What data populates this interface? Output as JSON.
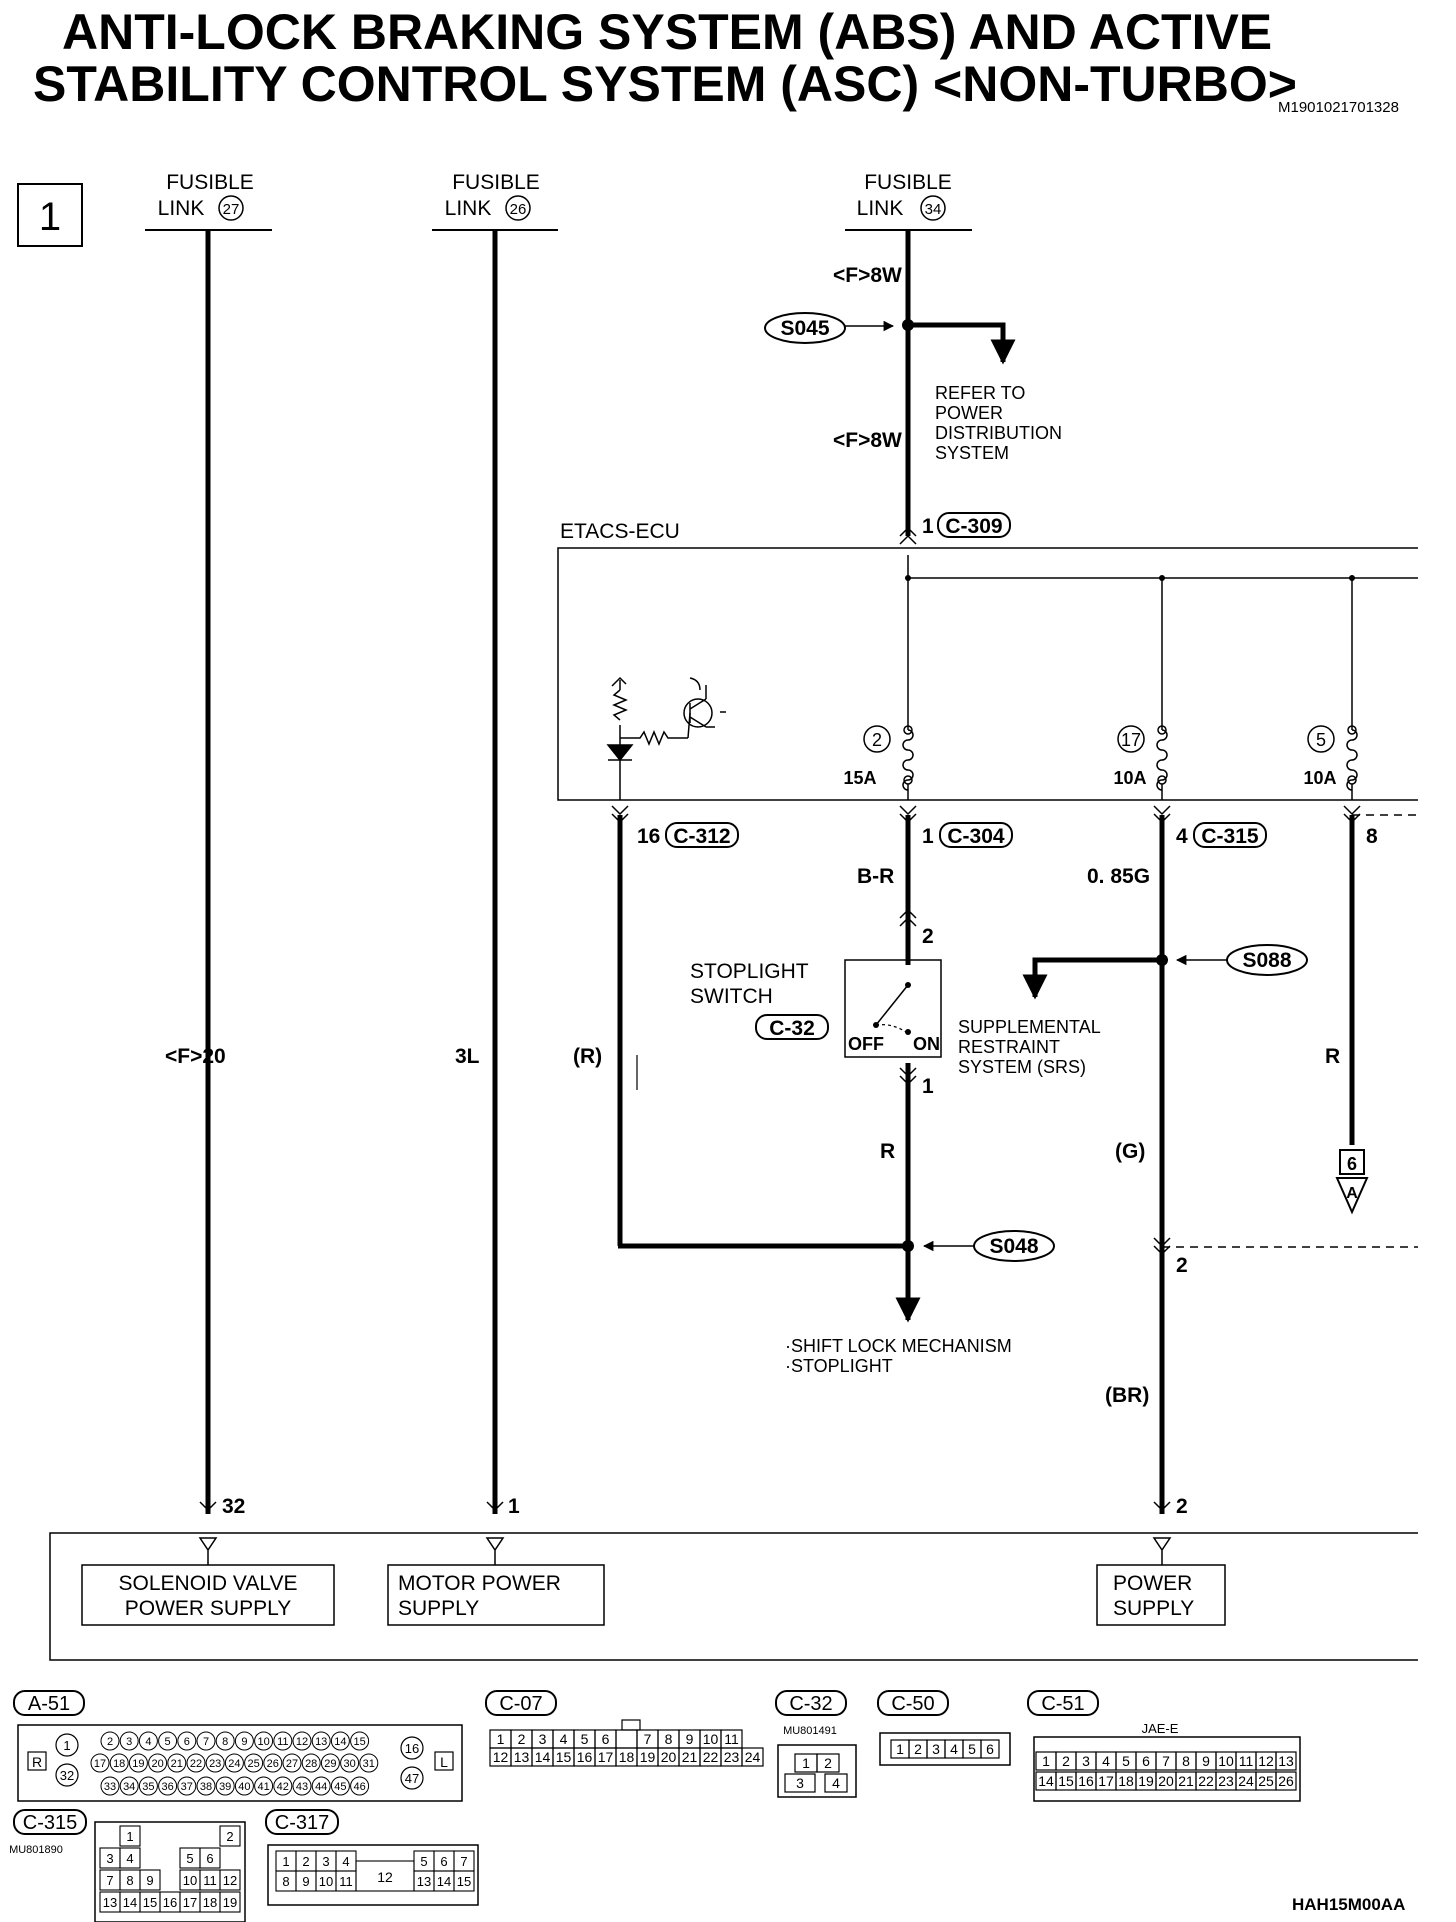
{
  "title": {
    "line1": "ANTI-LOCK BRAKING SYSTEM (ABS) AND ACTIVE",
    "line2": "STABILITY CONTROL SYSTEM (ASC) <NON-TURBO>"
  },
  "doc_id": "M1901021701328",
  "figure_id": "HAH15M00AA",
  "page_number": "1",
  "fusible_links": [
    {
      "line1": "FUSIBLE",
      "line2": "LINK",
      "num": "27"
    },
    {
      "line1": "FUSIBLE",
      "line2": "LINK",
      "num": "26"
    },
    {
      "line1": "FUSIBLE",
      "line2": "LINK",
      "num": "34"
    }
  ],
  "wires": {
    "fl27": "<F>20",
    "fl26": "3L",
    "fl34_top": "<F>8W",
    "fl34_mid": "<F>8W",
    "r_left": "(R)",
    "br": "B-R",
    "g085": "0. 85G",
    "r_switch": "R",
    "g_paren": "(G)",
    "br_paren": "(BR)",
    "r_right": "R"
  },
  "splices": {
    "s045": "S045",
    "s088": "S088",
    "s048": "S048"
  },
  "refs": {
    "power_distribution": [
      "REFER TO",
      "POWER",
      "DISTRIBUTION",
      "SYSTEM"
    ],
    "srs": [
      "SUPPLEMENTAL",
      "RESTRAINT",
      "SYSTEM (SRS)"
    ],
    "shift_lock": [
      "·SHIFT LOCK MECHANISM",
      "·STOPLIGHT"
    ]
  },
  "etacs": {
    "label": "ETACS-ECU",
    "fuses": [
      {
        "num": "2",
        "amp": "15A"
      },
      {
        "num": "17",
        "amp": "10A"
      },
      {
        "num": "5",
        "amp": "10A"
      }
    ]
  },
  "connector_refs": {
    "c309": {
      "pin": "1",
      "id": "C-309"
    },
    "c312": {
      "pin": "16",
      "id": "C-312"
    },
    "c304": {
      "pin": "1",
      "id": "C-304"
    },
    "c315": {
      "pin": "4",
      "id": "C-315"
    },
    "pin8": "8",
    "sw_pin2": "2",
    "sw_pin1": "1",
    "g_pin2": "2",
    "ecu_pin32": "32",
    "ecu_pin1": "1",
    "ecu_pin2": "2",
    "wedge_num": "6",
    "wedge_letter": "A"
  },
  "stoplight_switch": {
    "line1": "STOPLIGHT",
    "line2": "SWITCH",
    "connector": "C-32",
    "off": "OFF",
    "on": "ON"
  },
  "ecu_blocks": [
    {
      "line1": "SOLENOID VALVE",
      "line2": "POWER SUPPLY"
    },
    {
      "line1": "MOTOR POWER",
      "line2": "SUPPLY"
    },
    {
      "line1": "POWER",
      "line2": "SUPPLY"
    }
  ],
  "connectors": {
    "a51": {
      "id": "A-51",
      "r": "R",
      "l": "L",
      "left_pins": [
        "1",
        "32"
      ],
      "right_pins": [
        "16",
        "47"
      ],
      "row1": [
        "2",
        "3",
        "4",
        "5",
        "6",
        "7",
        "8",
        "9",
        "10",
        "11",
        "12",
        "13",
        "14",
        "15"
      ],
      "row2": [
        "17",
        "18",
        "19",
        "20",
        "21",
        "22",
        "23",
        "24",
        "25",
        "26",
        "27",
        "28",
        "29",
        "30",
        "31"
      ],
      "row3": [
        "33",
        "34",
        "35",
        "36",
        "37",
        "38",
        "39",
        "40",
        "41",
        "42",
        "43",
        "44",
        "45",
        "46"
      ]
    },
    "c07": {
      "id": "C-07",
      "row1": [
        "1",
        "2",
        "3",
        "4",
        "5",
        "6",
        "",
        "7",
        "8",
        "9",
        "10",
        "11"
      ],
      "row2": [
        "12",
        "13",
        "14",
        "15",
        "16",
        "17",
        "18",
        "19",
        "20",
        "21",
        "22",
        "23",
        "24"
      ]
    },
    "c32": {
      "id": "C-32",
      "part": "MU801491",
      "row1": [
        "1",
        "2"
      ],
      "row2": [
        "3",
        "4"
      ]
    },
    "c50": {
      "id": "C-50",
      "row1": [
        "1",
        "2",
        "3",
        "4",
        "5",
        "6"
      ]
    },
    "c51": {
      "id": "C-51",
      "label": "JAE-E",
      "row1": [
        "1",
        "2",
        "3",
        "4",
        "5",
        "6",
        "7",
        "8",
        "9",
        "10",
        "11",
        "12",
        "13"
      ],
      "row2": [
        "14",
        "15",
        "16",
        "17",
        "18",
        "19",
        "20",
        "21",
        "22",
        "23",
        "24",
        "25",
        "26"
      ]
    },
    "c315": {
      "id": "C-315",
      "part": "MU801890",
      "cells": [
        [
          "1",
          "",
          "",
          "2"
        ],
        [
          "3",
          "4",
          "",
          "",
          "5",
          "6"
        ],
        [
          "7",
          "8",
          "9",
          "",
          "10",
          "11",
          "12"
        ],
        [
          "13",
          "14",
          "15",
          "16",
          "17",
          "18",
          "19"
        ]
      ]
    },
    "c317": {
      "id": "C-317",
      "row1": [
        "1",
        "2",
        "3",
        "4",
        "",
        "5",
        "6",
        "7"
      ],
      "row2": [
        "8",
        "9",
        "10",
        "11",
        "12",
        "13",
        "14",
        "15"
      ]
    }
  }
}
